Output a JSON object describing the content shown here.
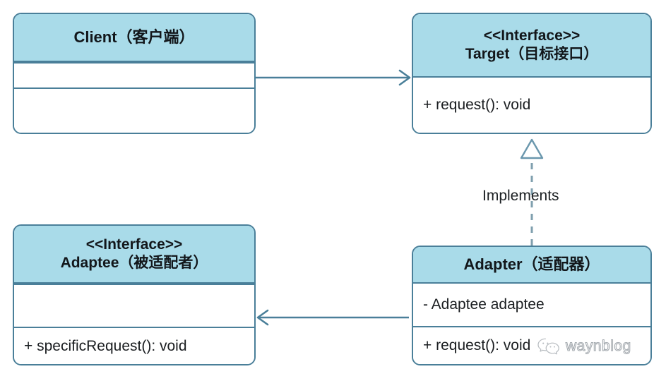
{
  "diagram": {
    "title": "Adapter Pattern UML Class Diagram",
    "colors": {
      "header_fill": "#a9dbe9",
      "border": "#4a7f99",
      "body_fill": "#ffffff",
      "connector": "#4a7f99",
      "text": "#1a1d20",
      "background": "#ffffff"
    },
    "classes": [
      {
        "id": "client",
        "header_lines": [
          "Client（客户端）"
        ],
        "compartments": [
          {
            "items": []
          },
          {
            "items": []
          }
        ]
      },
      {
        "id": "target",
        "header_lines": [
          "<<Interface>>",
          "Target（目标接口）"
        ],
        "compartments": [
          {
            "items": [
              "+ request(): void"
            ]
          }
        ]
      },
      {
        "id": "adaptee",
        "header_lines": [
          "<<Interface>>",
          "Adaptee（被适配者）"
        ],
        "compartments": [
          {
            "items": []
          },
          {
            "items": [
              "+ specificRequest(): void"
            ]
          }
        ]
      },
      {
        "id": "adapter",
        "header_lines": [
          "Adapter（适配器）"
        ],
        "compartments": [
          {
            "items": [
              "- Adaptee adaptee"
            ]
          },
          {
            "items": [
              "+ request(): void"
            ]
          }
        ]
      }
    ],
    "connectors": [
      {
        "id": "client-to-target",
        "from": "client",
        "to": "target",
        "style": "solid",
        "arrowhead": "open",
        "label": ""
      },
      {
        "id": "adapter-to-target",
        "from": "adapter",
        "to": "target",
        "style": "dashed",
        "arrowhead": "hollow-triangle",
        "label": "Implements"
      },
      {
        "id": "adapter-to-adaptee",
        "from": "adapter",
        "to": "adaptee",
        "style": "solid",
        "arrowhead": "open",
        "label": ""
      }
    ]
  },
  "watermark": {
    "text": "waynblog",
    "icon": "wechat-icon"
  }
}
